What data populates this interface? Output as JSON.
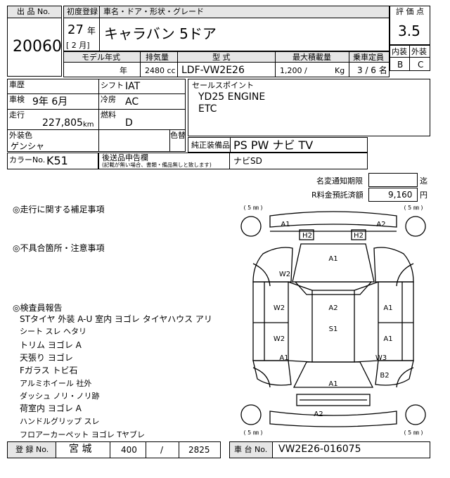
{
  "header": {
    "lot_label": "出 品 No.",
    "lot_number": "20060",
    "first_reg_label": "初度登録",
    "first_reg_year": "27",
    "year_unit": "年",
    "first_reg_month": "[ 2 月]",
    "name_label": "車名・ドア・形状・グレード",
    "car_name": "キャラバン 5ドア",
    "score_label": "評 価 点",
    "score": "3.5",
    "interior_label": "内装",
    "exterior_label": "外装",
    "interior_grade": "B",
    "exterior_grade": "C"
  },
  "spec": {
    "model_year_label": "モデル年式",
    "model_year_value": "年",
    "displacement_label": "排気量",
    "displacement_value": "2480 cc",
    "type_label": "型 式",
    "type_value": "LDF-VW2E26",
    "max_load_label": "最大積載量",
    "max_load_value": "1,200 /",
    "max_load_unit": "Kg",
    "capacity_label": "乗車定員",
    "capacity_value": "3 / 6 名"
  },
  "details": {
    "history_label": "車歴",
    "shift_label": "シフト",
    "shift_value": "IAT",
    "inspection_label": "車検",
    "inspection_value": "9年 6月",
    "ac_label": "冷房",
    "ac_value": "AC",
    "mileage_label": "走行",
    "mileage_value": "227,805",
    "mileage_unit": "km",
    "fuel_label": "燃料",
    "fuel_value": "D",
    "exterior_color_label": "外装色",
    "exterior_color_value": "ゲンシャ",
    "repaint_label": "色替",
    "color_no_label": "カラーNo.",
    "color_no_value": "K51",
    "aftermarket_label": "後送品申告欄",
    "aftermarket_note": "(記載が無い場合、書類・備品無しと致します)",
    "sales_point_label": "セールスポイント",
    "sales_point_lines": [
      "YD25 ENGINE",
      "ETC"
    ],
    "genuine_equip_label": "純正装備品",
    "genuine_equip_value": "PS PW ナビ TV",
    "aftermarket_value": "ナビSD"
  },
  "tax": {
    "change_deadline_label": "名変通知期限",
    "change_deadline_unit": "迄",
    "recycle_label": "R料金預託済額",
    "recycle_value": "9,160",
    "recycle_unit": "円"
  },
  "notes": {
    "driving_title": "◎走行に関する補足事項",
    "defects_title": "◎不具合箇所・注意事項",
    "inspector_title": "◎検査員報告",
    "inspector_lines": [
      "STタイヤ 外装 A-U 室内 ヨゴレ タイヤハウス アリ",
      "シート スレ ヘタリ",
      "トリム ヨゴレ A",
      "天張り ヨゴレ",
      "Fガラス トビ石",
      "アルミホイール 社外",
      "ダッシュ ノリ・ノリ跡",
      "荷室内 ヨゴレ A",
      "ハンドルグリップ スレ",
      "フロアーカーペット ヨゴレ Tヤブレ"
    ]
  },
  "diagram": {
    "tread_label": "( 5 ㎜ )",
    "marks": [
      "A1",
      "A2",
      "H2",
      "H2",
      "A1",
      "W2",
      "W2",
      "A2",
      "A1",
      "S1",
      "W2",
      "A1",
      "A1",
      "W3",
      "B2",
      "A1",
      "A2"
    ]
  },
  "footer": {
    "reg_no_label": "登 録 No.",
    "reg_region": "宮 城",
    "reg_class": "400",
    "reg_kana": "/",
    "reg_number": "2825",
    "chassis_label": "車 台 No.",
    "chassis_value": "VW2E26-016075"
  }
}
